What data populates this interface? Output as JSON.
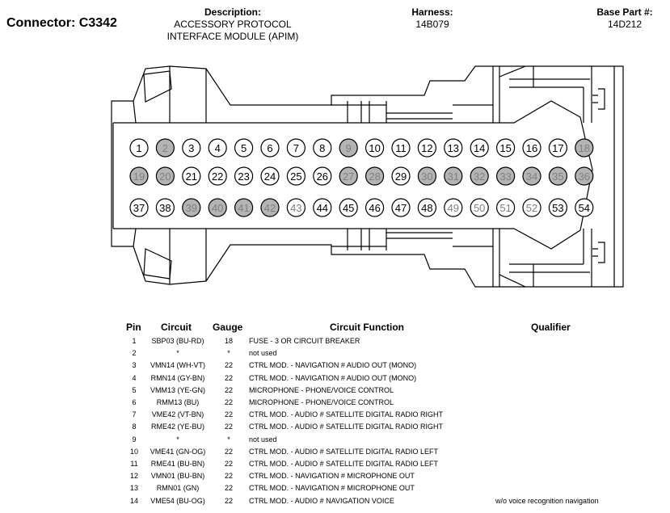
{
  "header": {
    "connector": "Connector: C3342",
    "description_label": "Description:",
    "description_lines": [
      "ACCESSORY PROTOCOL",
      "INTERFACE MODULE (APIM)"
    ],
    "harness_label": "Harness:",
    "harness": "14B079",
    "base_part_label": "Base Part #:",
    "base_part": "14D212"
  },
  "connector_pins": [
    [
      "1",
      "2",
      "3",
      "4",
      "5",
      "6",
      "7",
      "8",
      "9",
      "10",
      "11",
      "12",
      "13",
      "14",
      "15",
      "16",
      "17",
      "18"
    ],
    [
      "19",
      "20",
      "21",
      "22",
      "23",
      "24",
      "25",
      "26",
      "27",
      "28",
      "29",
      "30",
      "31",
      "32",
      "33",
      "34",
      "35",
      "36"
    ],
    [
      "37",
      "38",
      "39",
      "40",
      "41",
      "42",
      "43",
      "44",
      "45",
      "46",
      "47",
      "48",
      "49",
      "50",
      "51",
      "52",
      "53",
      "54"
    ]
  ],
  "empty_pins": [
    "2",
    "9",
    "18",
    "19",
    "20",
    "27",
    "28",
    "30",
    "31",
    "32",
    "33",
    "34",
    "35",
    "36",
    "39",
    "40",
    "41",
    "42",
    "43",
    "49",
    "50",
    "51",
    "52"
  ],
  "colors": {
    "filled_pin": "#b4b4b4",
    "empty_pin_text": "#808080",
    "line": "#000000"
  },
  "table": {
    "headers": {
      "pin": "Pin",
      "circuit": "Circuit",
      "gauge": "Gauge",
      "function": "Circuit Function",
      "qualifier": "Qualifier"
    },
    "rows": [
      {
        "pin": "1",
        "circuit": "SBP03 (BU-RD)",
        "gauge": "18",
        "function": "FUSE - 3 OR CIRCUIT BREAKER",
        "qualifier": ""
      },
      {
        "pin": "2",
        "circuit": "*",
        "gauge": "*",
        "function": "not used",
        "qualifier": ""
      },
      {
        "pin": "3",
        "circuit": "VMN14 (WH-VT)",
        "gauge": "22",
        "function": "CTRL MOD. - NAVIGATION # AUDIO OUT (MONO)",
        "qualifier": ""
      },
      {
        "pin": "4",
        "circuit": "RMN14 (GY-BN)",
        "gauge": "22",
        "function": "CTRL MOD. - NAVIGATION # AUDIO OUT (MONO)",
        "qualifier": ""
      },
      {
        "pin": "5",
        "circuit": "VMM13 (YE-GN)",
        "gauge": "22",
        "function": "MICROPHONE - PHONE/VOICE CONTROL",
        "qualifier": ""
      },
      {
        "pin": "6",
        "circuit": "RMM13 (BU)",
        "gauge": "22",
        "function": "MICROPHONE - PHONE/VOICE CONTROL",
        "qualifier": ""
      },
      {
        "pin": "7",
        "circuit": "VME42 (VT-BN)",
        "gauge": "22",
        "function": "CTRL MOD. - AUDIO # SATELLITE DIGITAL RADIO RIGHT",
        "qualifier": ""
      },
      {
        "pin": "8",
        "circuit": "RME42 (YE-BU)",
        "gauge": "22",
        "function": "CTRL MOD. - AUDIO # SATELLITE DIGITAL RADIO RIGHT",
        "qualifier": ""
      },
      {
        "pin": "9",
        "circuit": "*",
        "gauge": "*",
        "function": "not used",
        "qualifier": ""
      },
      {
        "pin": "10",
        "circuit": "VME41 (GN-OG)",
        "gauge": "22",
        "function": "CTRL MOD. - AUDIO # SATELLITE DIGITAL RADIO LEFT",
        "qualifier": ""
      },
      {
        "pin": "11",
        "circuit": "RME41 (BU-BN)",
        "gauge": "22",
        "function": "CTRL MOD. - AUDIO # SATELLITE DIGITAL RADIO LEFT",
        "qualifier": ""
      },
      {
        "pin": "12",
        "circuit": "VMN01 (BU-BN)",
        "gauge": "22",
        "function": "CTRL MOD. - NAVIGATION # MICROPHONE OUT",
        "qualifier": ""
      },
      {
        "pin": "13",
        "circuit": "RMN01 (GN)",
        "gauge": "22",
        "function": "CTRL MOD. - NAVIGATION # MICROPHONE OUT",
        "qualifier": ""
      },
      {
        "pin": "14",
        "circuit": "VME54 (BU-OG)",
        "gauge": "22",
        "function": "CTRL MOD. - AUDIO # NAVIGATION VOICE",
        "qualifier": "w/o voice recognition navigation"
      }
    ]
  }
}
